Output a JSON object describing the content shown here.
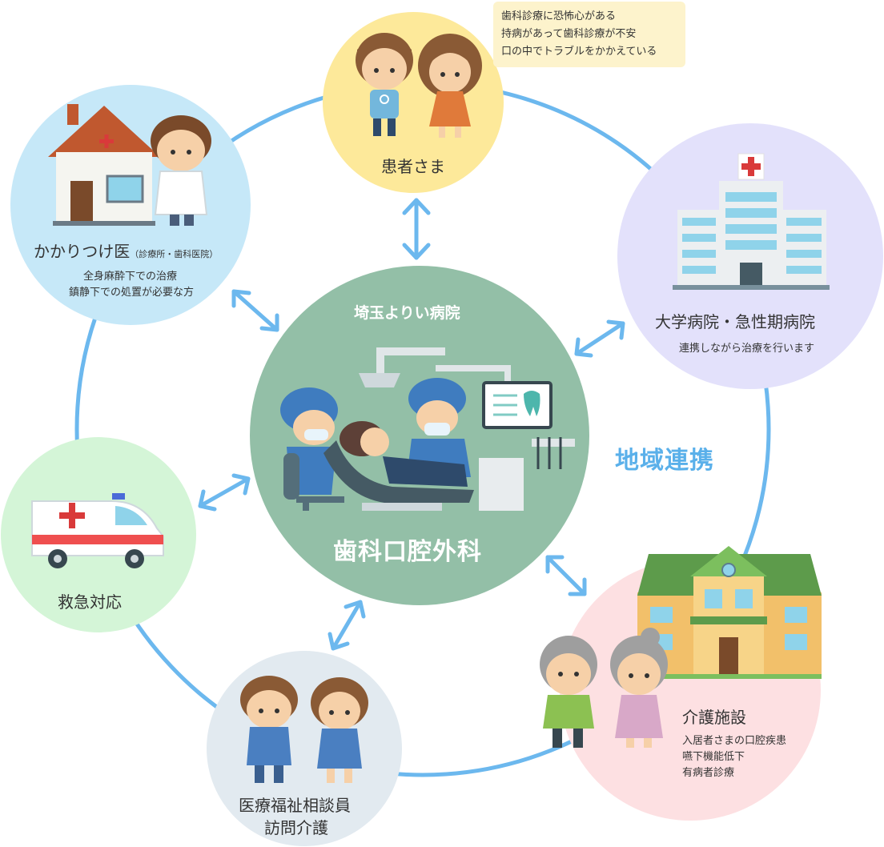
{
  "center": {
    "hospital": "埼玉よりい病院",
    "department": "歯科口腔外科"
  },
  "region_label": "地域連携",
  "patient": {
    "title": "患者さま",
    "notes": [
      "歯科診療に恐怖心がある",
      "持病があって歯科診療が不安",
      "口の中でトラブルをかかえている"
    ]
  },
  "family_doctor": {
    "title": "かかりつけ医",
    "title_small": "（診療所・歯科医院）",
    "lines": [
      "全身麻酔下での治療",
      "鎮静下での処置が必要な方"
    ]
  },
  "university_hospital": {
    "title": "大学病院・急性期病院",
    "lines": [
      "連携しながら治療を行います"
    ]
  },
  "emergency": {
    "title": "救急対応"
  },
  "welfare": {
    "title_lines": [
      "医療福祉相談員",
      "訪問介護"
    ]
  },
  "care_facility": {
    "title": "介護施設",
    "lines": [
      "入居者さまの口腔疾患",
      "嚥下機能低下",
      "有病者診療"
    ]
  },
  "colors": {
    "ring": "#6cb8ee",
    "arrow": "#6cb8ee",
    "center": "#93bfa7",
    "patient": "#fde99a",
    "family_doctor": "#c6e8f8",
    "university_hospital": "#e3e1fb",
    "emergency": "#d4f5d7",
    "welfare": "#e2eaf0",
    "care_facility": "#fde0e2",
    "region_text": "#5ab0ea"
  }
}
